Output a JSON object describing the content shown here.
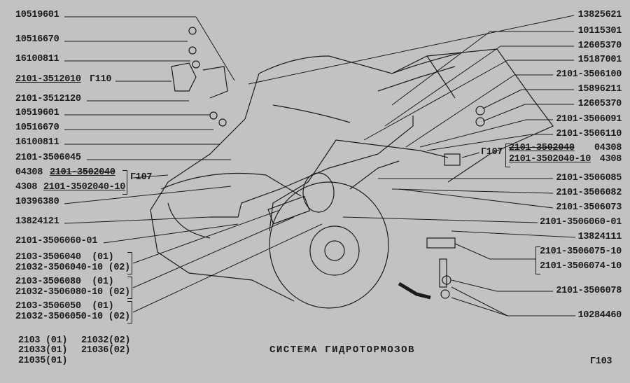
{
  "title": "СИСТЕМА ГИДРОТОРМОЗОВ",
  "page_code": "Г103",
  "left_labels": [
    "10519601",
    "10516670",
    "16100811",
    "2101-3512010",
    "Г110",
    "2101-3512120",
    "10519601",
    "10516670",
    "16100811",
    "2101-3506045",
    "10396380",
    "13824121",
    "2101-3506060-01"
  ],
  "left_group_107": {
    "row1_code": "04308",
    "row1_part": "2101-3502040",
    "row2_code": "4308",
    "row2_part": "2101-3502040-10",
    "ref": "Г107"
  },
  "left_variant_groups": [
    [
      "2103-3506040  (01)",
      "21032-3506040-10 (02)"
    ],
    [
      "2103-3506080  (01)",
      "21032-3506080-10 (02)"
    ],
    [
      "2103-3506050  (01)",
      "21032-3506050-10 (02)"
    ]
  ],
  "models": [
    "2103 (01)",
    "21033(01)",
    "21035(01)",
    "21032(02)",
    "21036(02)"
  ],
  "right_labels": [
    "13825621",
    "10115301",
    "12605370",
    "15187001",
    "2101-3506100",
    "15896211",
    "12605370",
    "2101-3506091",
    "2101-3506110",
    "2101-3506085",
    "2101-3506082",
    "2101-3506073",
    "2101-3506060-01",
    "13824111"
  ],
  "right_group_107": {
    "ref": "Г107",
    "row1_part": "2101-3502040",
    "row1_code": "04308",
    "row2_part": "2101-3502040-10",
    "row2_code": "4308"
  },
  "right_group_bracket": [
    "2101-3506075-10",
    "2101-3506074-10"
  ],
  "right_labels_bottom": [
    "2101-3506078",
    "10284460"
  ]
}
